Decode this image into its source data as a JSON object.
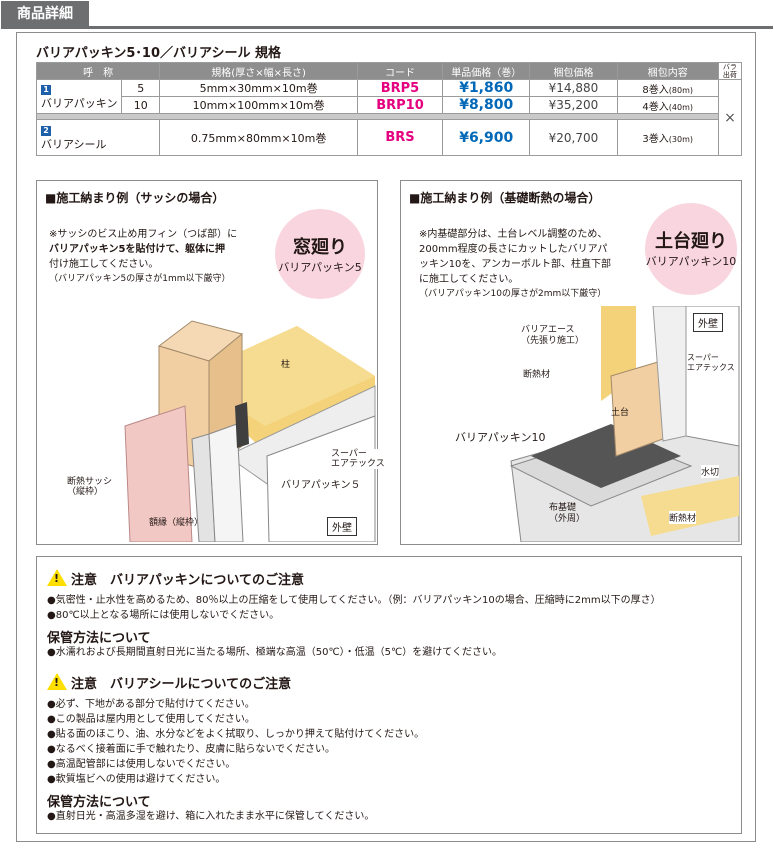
{
  "header": {
    "tab_label": "商品詳細"
  },
  "spec": {
    "title": "バリアパッキン5･10／バリアシール 規格",
    "columns": [
      "呼　称",
      "規格(厚さ×幅×長さ)",
      "コード",
      "単品価格（巻）",
      "梱包価格",
      "梱包内容",
      "バラ出荷"
    ],
    "rows": [
      {
        "badge": "1",
        "name": "バリアパッキン",
        "variant": "5",
        "spec": "5mm×30mm×10m巻",
        "code": "BRP5",
        "price": "¥1,860",
        "pack_price": "¥14,880",
        "pack_content": "8巻入",
        "pack_len": "(80m)"
      },
      {
        "variant": "10",
        "spec": "10mm×100mm×10m巻",
        "code": "BRP10",
        "price": "¥8,800",
        "pack_price": "¥35,200",
        "pack_content": "4巻入",
        "pack_len": "(40m)"
      },
      {
        "badge": "2",
        "name": "バリアシール",
        "spec": "0.75mm×80mm×10m巻",
        "code": "BRS",
        "price": "¥6,900",
        "pack_price": "¥20,700",
        "pack_content": "3巻入",
        "pack_len": "(30m)"
      }
    ],
    "bulk_mark": "×"
  },
  "left_panel": {
    "title": "■施工納まり例（サッシの場合）",
    "note_lines": [
      "※サッシのビス止め用フィン（つば部）に",
      "バリアパッキン5を貼付けて、躯体に押",
      "付け施工してください。"
    ],
    "note_bold": "バリアパッキン5",
    "note_sub": "（バリアパッキン5の厚さが1mm以下厳守）",
    "circle_title": "窓廻り",
    "circle_sub": "バリアパッキン5",
    "labels": {
      "pillar": "柱",
      "super": "スーパー\nエアテックス",
      "packing": "バリアパッキン５",
      "sash": "断熱サッシ\n（縦枠）",
      "frame": "額縁（縦枠）",
      "wall": "外壁"
    }
  },
  "right_panel": {
    "title": "■施工納まり例（基礎断熱の場合）",
    "note_lines": [
      "※内基礎部分は、土台レベル調整のため、",
      "200mm程度の長さにカットしたバリアパ",
      "ッキン10を、アンカーボルト部、柱直下部",
      "に施工してください。"
    ],
    "note_sub": "（バリアパッキン10の厚さが2mm以下厳守）",
    "circle_title": "土台廻り",
    "circle_sub": "バリアパッキン10",
    "labels": {
      "ace": "バリアエース\n（先張り施工）",
      "insul1": "断熱材",
      "dodai": "土台",
      "packing": "バリアパッキン10",
      "wall": "外壁",
      "super": "スーパー\nエアテックス",
      "mizukiri": "水切",
      "found": "布基礎\n（外周）",
      "insul2": "断熱材"
    }
  },
  "caution": {
    "packing_heading": "注意　バリアパッキンについてのご注意",
    "packing_lines": [
      "●気密性・止水性を高めるため、80％以上の圧縮をして使用してください。（例：バリアパッキン10の場合、圧縮時に2mm以下の厚さ）",
      "●80℃以上となる場所には使用しないでください。"
    ],
    "storage1_heading": "保管方法について",
    "storage1_lines": [
      "●水濡れおよび長期間直射日光に当たる場所、極端な高温（50℃）・低温（5℃）を避けてください。"
    ],
    "seal_heading": "注意　バリアシールについてのご注意",
    "seal_lines": [
      "●必ず、下地がある部分で貼付けてください。",
      "●この製品は屋内用として使用してください。",
      "●貼る面のほこり、油、水分などをよく拭取り、しっかり押えて貼付けてください。",
      "●なるべく接着面に手で触れたり、皮膚に貼らないでください。",
      "●高温配管部には使用しないでください。",
      "●軟質塩ビへの使用は避けてください。"
    ],
    "storage2_heading": "保管方法について",
    "storage2_lines": [
      "●直射日光・高温多湿を避け、箱に入れたまま水平に保管してください。"
    ],
    "warn_symbol": "!"
  }
}
